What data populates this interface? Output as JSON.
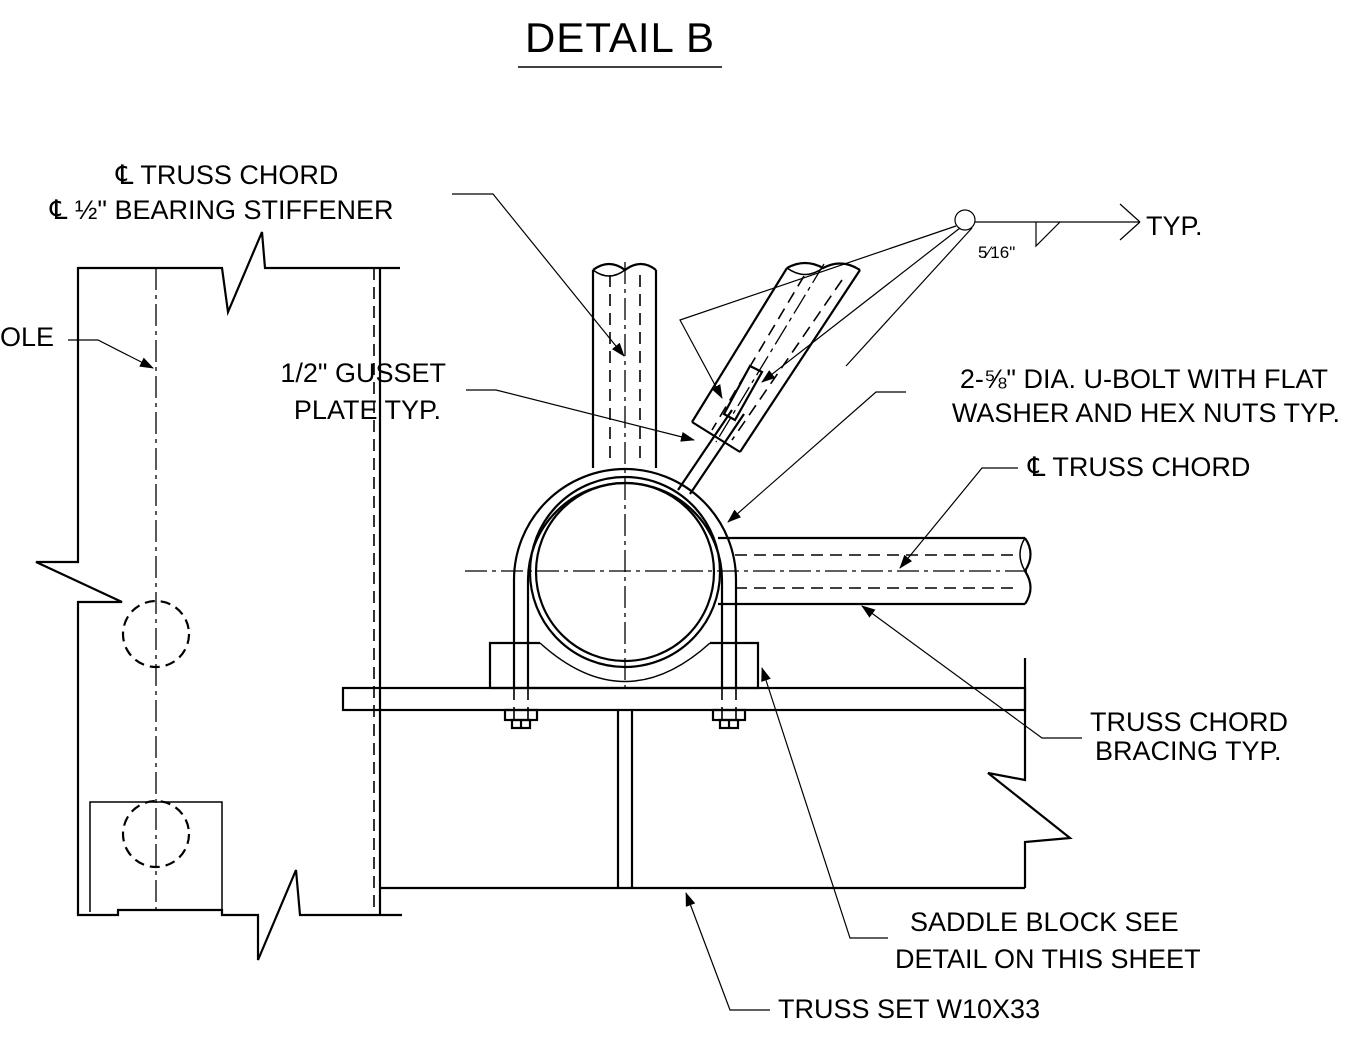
{
  "title": "DETAIL  B",
  "labels": {
    "truss_chord_top": "℄ TRUSS CHORD",
    "bearing_stiffener": "℄ ½\" BEARING STIFFENER",
    "pole": "OLE",
    "gusset_line1": "1/2\" GUSSET",
    "gusset_line2": "PLATE TYP.",
    "weld_size": "5⁄16\"",
    "weld_typ": "TYP.",
    "ubolt_line1": "2-⅝\" DIA. U-BOLT WITH FLAT",
    "ubolt_line2": "WASHER AND HEX NUTS TYP.",
    "truss_chord_right": "℄ TRUSS CHORD",
    "bracing_line1": "TRUSS CHORD",
    "bracing_line2": "BRACING TYP.",
    "saddle_line1": "SADDLE BLOCK  SEE",
    "saddle_line2": "DETAIL ON THIS SHEET",
    "truss_set": "TRUSS SET W10X33"
  }
}
